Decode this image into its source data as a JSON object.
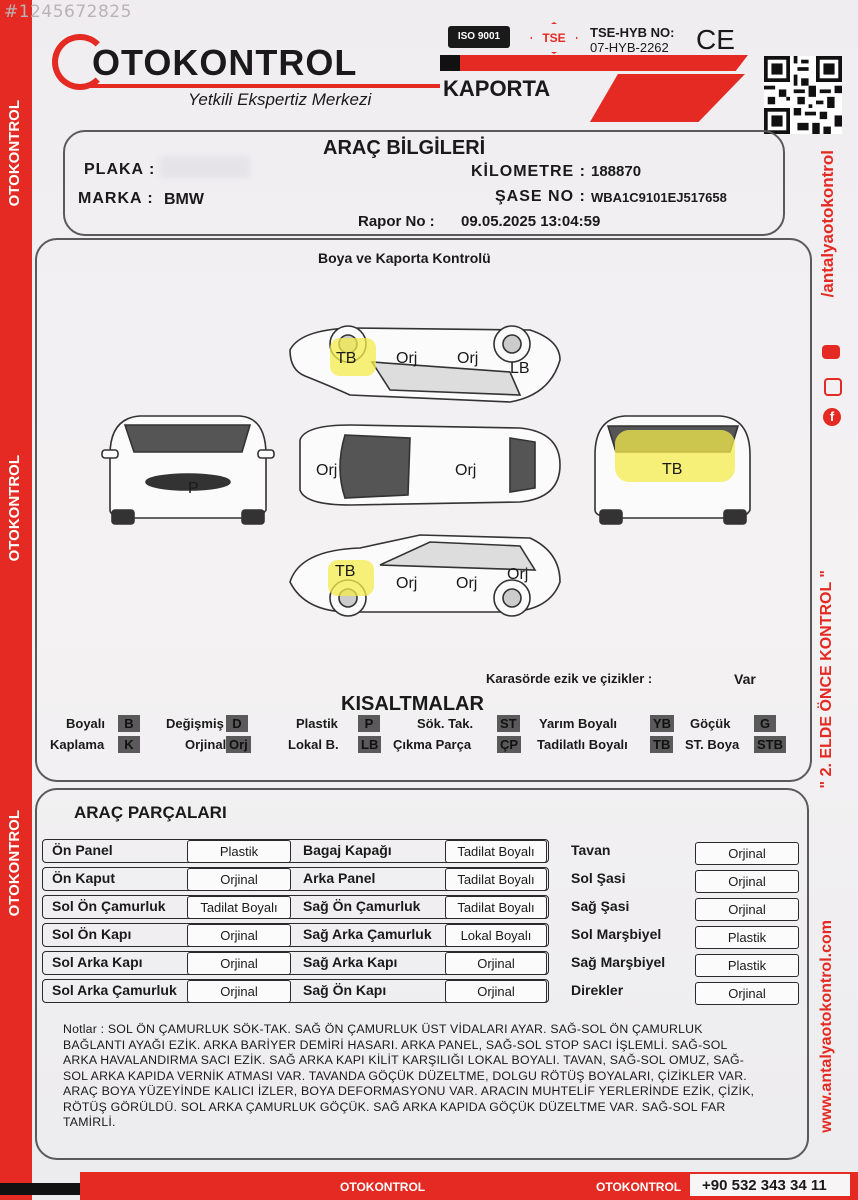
{
  "watermark": "#1245672825",
  "brand": {
    "name": "OTOKONTROL",
    "tagline": "Yetkili Ekspertiz Merkezi",
    "accent": "#e42a22"
  },
  "cert": {
    "iso": "ISO 9001",
    "tse": "TSE",
    "tse_no_label": "TSE-HYB NO:",
    "tse_no": "07-HYB-2262",
    "ce": "CE"
  },
  "doc_type": "KAPORTA",
  "side": {
    "left_brand": "OTOKONTROL",
    "right_url": "/antalyaotokontrol",
    "slogan": "\" 2. ELDE ÖNCE KONTROL \"",
    "website": "www.antalyaotokontrol.com"
  },
  "vehicle": {
    "title": "ARAÇ BİLGİLERİ",
    "plate_label": "PLAKA :",
    "plate_value": "",
    "brand_label": "MARKA :",
    "brand_value": "BMW",
    "km_label": "KİLOMETRE :",
    "km_value": "188870",
    "chassis_label": "ŞASE NO :",
    "chassis_value": "WBA1C9101EJ517658",
    "report_label": "Rapor No :",
    "report_value": "09.05.2025 13:04:59"
  },
  "paint": {
    "title": "Boya ve Kaporta Kontrolü",
    "labels": {
      "top_tb": "TB",
      "top_orj1": "Orj",
      "top_orj2": "Orj",
      "top_lb": "LB",
      "front_p": "P",
      "roof_orj1": "Orj",
      "roof_orj2": "Orj",
      "rear_tb": "TB",
      "bot_tb": "TB",
      "bot_orj1": "Orj",
      "bot_orj2": "Orj",
      "bot_orj3": "Orj"
    },
    "dent_label": "Karasörde ezik ve çizikler :",
    "dent_value": "Var"
  },
  "abbr": {
    "title": "KISALTMALAR",
    "items": [
      {
        "name": "Boyalı",
        "code": "B"
      },
      {
        "name": "Değişmiş",
        "code": "D"
      },
      {
        "name": "Plastik",
        "code": "P"
      },
      {
        "name": "Sök. Tak.",
        "code": "ST"
      },
      {
        "name": "Yarım Boyalı",
        "code": "YB"
      },
      {
        "name": "Göçük",
        "code": "G"
      },
      {
        "name": "Kaplama",
        "code": "K"
      },
      {
        "name": "Orjinal",
        "code": "Orj"
      },
      {
        "name": "Lokal B.",
        "code": "LB"
      },
      {
        "name": "Çıkma Parça",
        "code": "ÇP"
      },
      {
        "name": "Tadilatlı Boyalı",
        "code": "TB"
      },
      {
        "name": "ST. Boya",
        "code": "STB"
      }
    ]
  },
  "parts": {
    "title": "ARAÇ PARÇALARI",
    "rows": [
      [
        {
          "name": "Ön Panel",
          "value": "Plastik"
        },
        {
          "name": "Bagaj Kapağı",
          "value": "Tadilat Boyalı"
        },
        {
          "name": "Tavan",
          "value": "Orjinal"
        }
      ],
      [
        {
          "name": "Ön Kaput",
          "value": "Orjinal"
        },
        {
          "name": "Arka Panel",
          "value": "Tadilat Boyalı"
        },
        {
          "name": "Sol Şasi",
          "value": "Orjinal"
        }
      ],
      [
        {
          "name": "Sol Ön Çamurluk",
          "value": "Tadilat Boyalı"
        },
        {
          "name": "Sağ Ön Çamurluk",
          "value": "Tadilat Boyalı"
        },
        {
          "name": "Sağ Şasi",
          "value": "Orjinal"
        }
      ],
      [
        {
          "name": "Sol Ön Kapı",
          "value": "Orjinal"
        },
        {
          "name": "Sağ Arka Çamurluk",
          "value": "Lokal Boyalı"
        },
        {
          "name": "Sol Marşbiyel",
          "value": "Plastik"
        }
      ],
      [
        {
          "name": "Sol Arka Kapı",
          "value": "Orjinal"
        },
        {
          "name": "Sağ Arka Kapı",
          "value": "Orjinal"
        },
        {
          "name": "Sağ Marşbiyel",
          "value": "Plastik"
        }
      ],
      [
        {
          "name": "Sol Arka Çamurluk",
          "value": "Orjinal"
        },
        {
          "name": "Sağ Ön Kapı",
          "value": "Orjinal"
        },
        {
          "name": "Direkler",
          "value": "Orjinal"
        }
      ]
    ]
  },
  "notes": "Notlar : SOL ÖN ÇAMURLUK SÖK-TAK. SAĞ ÖN ÇAMURLUK ÜST VİDALARI AYAR. SAĞ-SOL ÖN ÇAMURLUK BAĞLANTI AYAĞI EZİK. ARKA BARİYER DEMİRİ HASARI. ARKA PANEL, SAĞ-SOL STOP SACI İŞLEMLİ. SAĞ-SOL ARKA HAVALANDIRMA SACI EZİK. SAĞ ARKA KAPI KİLİT KARŞILIĞI LOKAL BOYALI. TAVAN, SAĞ-SOL OMUZ, SAĞ-SOL ARKA KAPIDA VERNİK ATMASI VAR. TAVANDA GÖÇÜK DÜZELTME, DOLGU RÖTÜŞ BOYALARI, ÇİZİKLER VAR. ARAÇ BOYA YÜZEYİNDE KALICI İZLER, BOYA DEFORMASYONU VAR. ARACIN MUHTELİF YERLERİNDE EZİK, ÇİZİK, RÖTÜŞ GÖRÜLDÜ. SOL ARKA ÇAMURLUK GÖÇÜK. SAĞ ARKA KAPIDA GÖÇÜK DÜZELTME VAR. SAĞ-SOL FAR TAMİRLİ.",
  "footer": {
    "phone": "+90 532 343 34 11",
    "brand": "OTOKONTROL"
  }
}
